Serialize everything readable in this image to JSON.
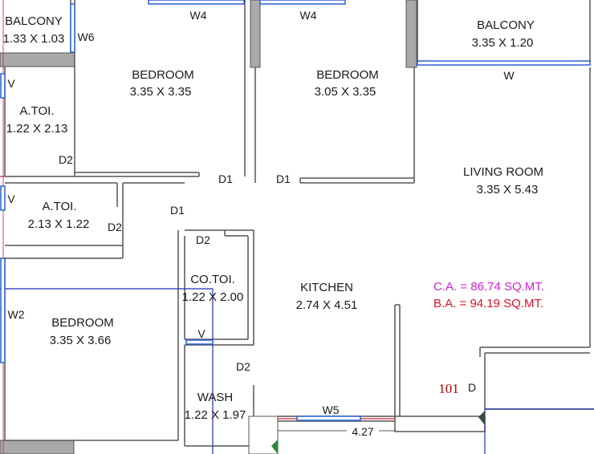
{
  "rooms": {
    "balcony_left": {
      "name": "BALCONY",
      "size": "1.33 X 1.03"
    },
    "bedroom1": {
      "name": "BEDROOM",
      "size": "3.35 X 3.35"
    },
    "bedroom2": {
      "name": "BEDROOM",
      "size": "3.05 X 3.35"
    },
    "balcony_right": {
      "name": "BALCONY",
      "size": "3.35 X 1.20"
    },
    "atoi1": {
      "name": "A.TOI.",
      "size": "1.22 X 2.13"
    },
    "atoi2": {
      "name": "A.TOI.",
      "size": "2.13 X 1.22"
    },
    "living": {
      "name": "LIVING ROOM",
      "size": "3.35 X 5.43"
    },
    "cotoi": {
      "name": "CO.TOI.",
      "size": "1.22 X 2.00"
    },
    "kitchen": {
      "name": "KITCHEN",
      "size": "2.74 X 4.51"
    },
    "bedroom3": {
      "name": "BEDROOM",
      "size": "3.35 X 3.66"
    },
    "wash": {
      "name": "WASH",
      "size": "1.22 X 1.97"
    }
  },
  "openings": {
    "w4_a": "W4",
    "w4_b": "W4",
    "w6": "W6",
    "w": "W",
    "w2": "W2",
    "w5": "W5",
    "v1": "V",
    "v2": "V",
    "v3": "V",
    "d2_a": "D2",
    "d2_b": "D2",
    "d2_c": "D2",
    "d2_d": "D2",
    "d1_a": "D1",
    "d1_b": "D1",
    "d1_c": "D1",
    "d_main": "D"
  },
  "dimension": "4.27",
  "areas": {
    "carpet": "C.A. = 86.74 SQ.MT.",
    "built": "B.A. = 94.19 SQ.MT."
  },
  "flat_number": "101",
  "colors": {
    "wall": "#555555",
    "window": "#2a5fd6",
    "carpet_area": "#d61fd6",
    "built_area": "#e0102a",
    "flat_number": "#c00000",
    "column": "#a9a9a9",
    "guide_line": "#1c2fb3",
    "red_line": "#cc2233"
  }
}
